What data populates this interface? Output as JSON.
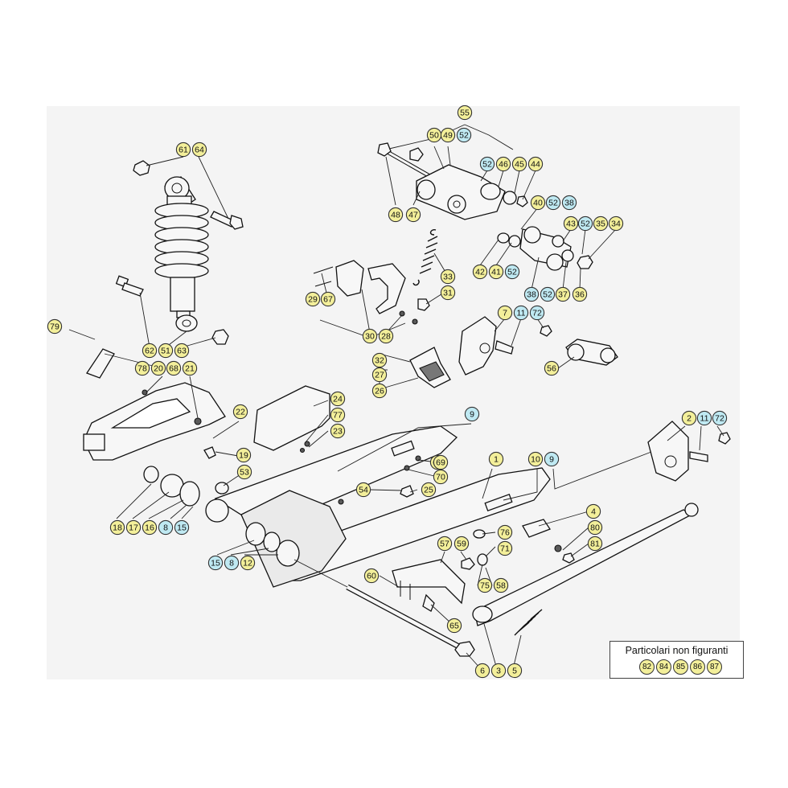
{
  "colors": {
    "yellow_fill": "#f3ef9a",
    "cyan_fill": "#bfe9f2",
    "panel_bg": "#f4f4f4"
  },
  "legend": {
    "title": "Particolari non figuranti",
    "items": [
      "82",
      "84",
      "85",
      "86",
      "87"
    ]
  },
  "callouts": [
    {
      "label": "55",
      "color": "yellow"
    },
    {
      "label": "50",
      "color": "yellow"
    },
    {
      "label": "49",
      "color": "yellow"
    },
    {
      "label": "52",
      "color": "cyan"
    },
    {
      "label": "52",
      "color": "cyan"
    },
    {
      "label": "46",
      "color": "yellow"
    },
    {
      "label": "45",
      "color": "yellow"
    },
    {
      "label": "44",
      "color": "yellow"
    },
    {
      "label": "40",
      "color": "yellow"
    },
    {
      "label": "52",
      "color": "cyan"
    },
    {
      "label": "38",
      "color": "cyan"
    },
    {
      "label": "43",
      "color": "yellow"
    },
    {
      "label": "52",
      "color": "cyan"
    },
    {
      "label": "35",
      "color": "yellow"
    },
    {
      "label": "34",
      "color": "yellow"
    },
    {
      "label": "42",
      "color": "yellow"
    },
    {
      "label": "41",
      "color": "yellow"
    },
    {
      "label": "52",
      "color": "cyan"
    },
    {
      "label": "38",
      "color": "cyan"
    },
    {
      "label": "52",
      "color": "cyan"
    },
    {
      "label": "37",
      "color": "yellow"
    },
    {
      "label": "36",
      "color": "yellow"
    },
    {
      "label": "48",
      "color": "yellow"
    },
    {
      "label": "47",
      "color": "yellow"
    },
    {
      "label": "61",
      "color": "yellow"
    },
    {
      "label": "64",
      "color": "yellow"
    },
    {
      "label": "33",
      "color": "yellow"
    },
    {
      "label": "31",
      "color": "yellow"
    },
    {
      "label": "29",
      "color": "yellow"
    },
    {
      "label": "67",
      "color": "yellow"
    },
    {
      "label": "69",
      "color": "yellow"
    },
    {
      "label": "30",
      "color": "yellow"
    },
    {
      "label": "28",
      "color": "yellow"
    },
    {
      "label": "32",
      "color": "yellow"
    },
    {
      "label": "27",
      "color": "yellow"
    },
    {
      "label": "26",
      "color": "yellow"
    },
    {
      "label": "7",
      "color": "yellow"
    },
    {
      "label": "11",
      "color": "cyan"
    },
    {
      "label": "72",
      "color": "cyan"
    },
    {
      "label": "56",
      "color": "yellow"
    },
    {
      "label": "79",
      "color": "yellow"
    },
    {
      "label": "62",
      "color": "yellow"
    },
    {
      "label": "51",
      "color": "yellow"
    },
    {
      "label": "63",
      "color": "yellow"
    },
    {
      "label": "78",
      "color": "yellow"
    },
    {
      "label": "20",
      "color": "yellow"
    },
    {
      "label": "68",
      "color": "yellow"
    },
    {
      "label": "21",
      "color": "yellow"
    },
    {
      "label": "24",
      "color": "yellow"
    },
    {
      "label": "77",
      "color": "yellow"
    },
    {
      "label": "23",
      "color": "yellow"
    },
    {
      "label": "22",
      "color": "yellow"
    },
    {
      "label": "9",
      "color": "cyan"
    },
    {
      "label": "2",
      "color": "yellow"
    },
    {
      "label": "11",
      "color": "cyan"
    },
    {
      "label": "72",
      "color": "cyan"
    },
    {
      "label": "19",
      "color": "yellow"
    },
    {
      "label": "53",
      "color": "yellow"
    },
    {
      "label": "1",
      "color": "yellow"
    },
    {
      "label": "10",
      "color": "yellow"
    },
    {
      "label": "9",
      "color": "cyan"
    },
    {
      "label": "69",
      "color": "yellow"
    },
    {
      "label": "70",
      "color": "yellow"
    },
    {
      "label": "54",
      "color": "yellow"
    },
    {
      "label": "25",
      "color": "yellow"
    },
    {
      "label": "18",
      "color": "yellow"
    },
    {
      "label": "17",
      "color": "yellow"
    },
    {
      "label": "16",
      "color": "yellow"
    },
    {
      "label": "8",
      "color": "cyan"
    },
    {
      "label": "15",
      "color": "cyan"
    },
    {
      "label": "4",
      "color": "yellow"
    },
    {
      "label": "76",
      "color": "yellow"
    },
    {
      "label": "80",
      "color": "yellow"
    },
    {
      "label": "71",
      "color": "yellow"
    },
    {
      "label": "81",
      "color": "yellow"
    },
    {
      "label": "15",
      "color": "cyan"
    },
    {
      "label": "8",
      "color": "cyan"
    },
    {
      "label": "12",
      "color": "yellow"
    },
    {
      "label": "57",
      "color": "yellow"
    },
    {
      "label": "59",
      "color": "yellow"
    },
    {
      "label": "60",
      "color": "yellow"
    },
    {
      "label": "75",
      "color": "yellow"
    },
    {
      "label": "58",
      "color": "yellow"
    },
    {
      "label": "65",
      "color": "yellow"
    },
    {
      "label": "6",
      "color": "yellow"
    },
    {
      "label": "3",
      "color": "yellow"
    },
    {
      "label": "5",
      "color": "yellow"
    }
  ]
}
